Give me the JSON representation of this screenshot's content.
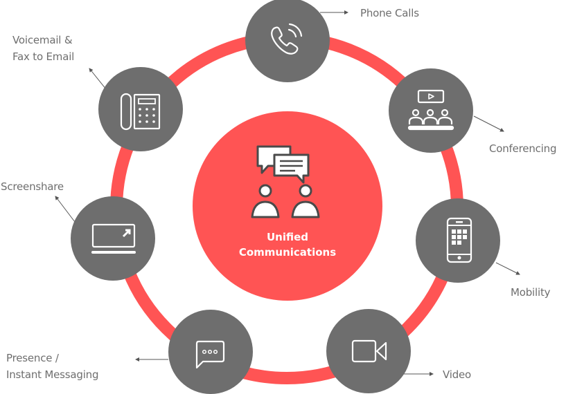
{
  "diagram": {
    "type": "hub-and-spoke",
    "colors": {
      "ring": "#ff5454",
      "center_fill": "#ff5454",
      "node_fill": "#6e6e6e",
      "icon_stroke": "#ffffff",
      "label_text": "#6e6e6e",
      "arrow": "#555555",
      "center_text": "#ffffff"
    },
    "center": {
      "title_line1": "Unified",
      "title_line2": "Communications",
      "icon": "chat-people-icon"
    },
    "nodes": [
      {
        "id": "phone-calls",
        "label_lines": [
          "Phone Calls"
        ],
        "icon": "phone-call-icon"
      },
      {
        "id": "conferencing",
        "label_lines": [
          "Conferencing"
        ],
        "icon": "conference-icon"
      },
      {
        "id": "mobility",
        "label_lines": [
          "Mobility"
        ],
        "icon": "smartphone-icon"
      },
      {
        "id": "video",
        "label_lines": [
          "Video"
        ],
        "icon": "video-camera-icon"
      },
      {
        "id": "presence-im",
        "label_lines": [
          "Presence /",
          "Instant Messaging"
        ],
        "icon": "chat-bubble-icon"
      },
      {
        "id": "screenshare",
        "label_lines": [
          "Screenshare"
        ],
        "icon": "laptop-share-icon"
      },
      {
        "id": "voicemail-fax",
        "label_lines": [
          "Voicemail &",
          "Fax to Email"
        ],
        "icon": "desk-phone-icon"
      }
    ]
  }
}
